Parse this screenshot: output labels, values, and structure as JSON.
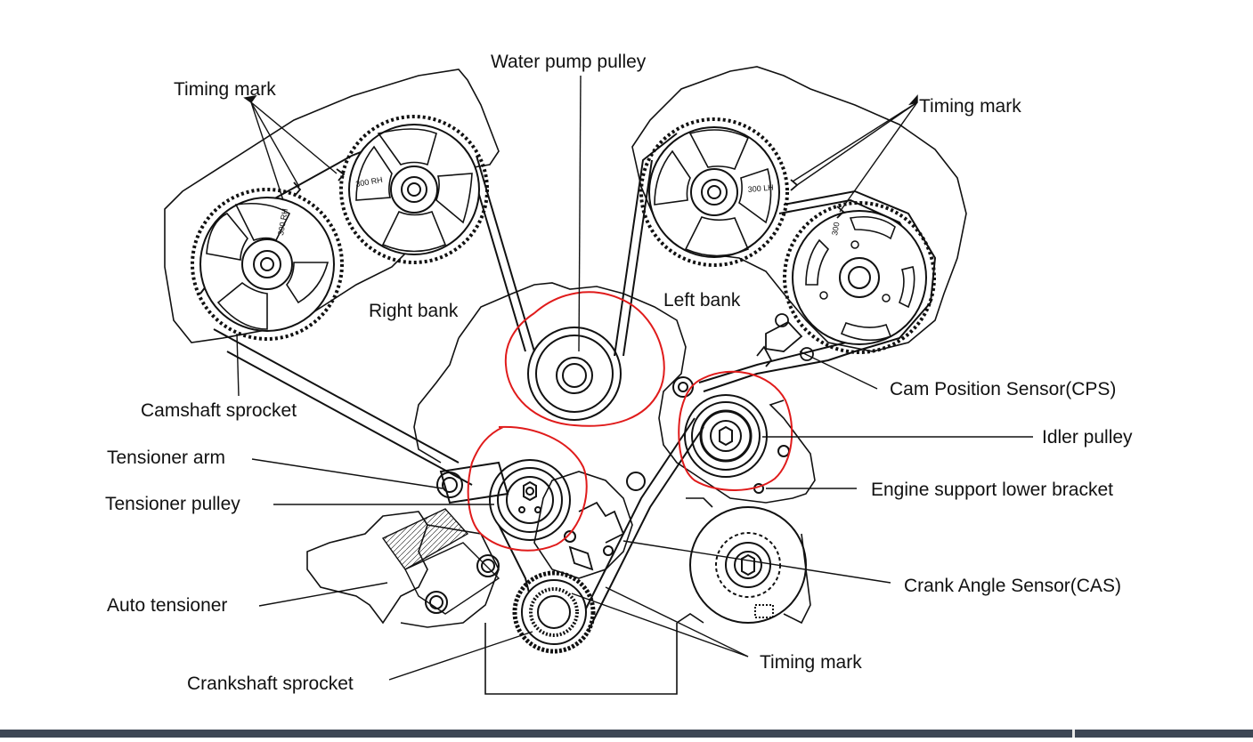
{
  "labels": {
    "water_pump_pulley": "Water pump pulley",
    "timing_mark_right": "Timing mark",
    "timing_mark_left": "Timing mark",
    "timing_mark_bottom": "Timing mark",
    "right_bank": "Right bank",
    "left_bank": "Left bank",
    "camshaft_sprocket": "Camshaft sprocket",
    "cps": "Cam Position Sensor(CPS)",
    "idler_pulley": "Idler pulley",
    "tensioner_arm": "Tensioner arm",
    "tensioner_pulley": "Tensioner pulley",
    "engine_support": "Engine support lower bracket",
    "auto_tensioner": "Auto tensioner",
    "cas": "Crank Angle Sensor(CAS)",
    "crankshaft_sprocket": "Crankshaft sprocket"
  },
  "sprocket_marks": {
    "right_outer": "300 RH",
    "right_inner": "300 RH",
    "left_inner": "300 LH",
    "left_outer": "300"
  },
  "colors": {
    "line": "#111111",
    "highlight": "#e01b1b",
    "bar": "#3d4654"
  }
}
